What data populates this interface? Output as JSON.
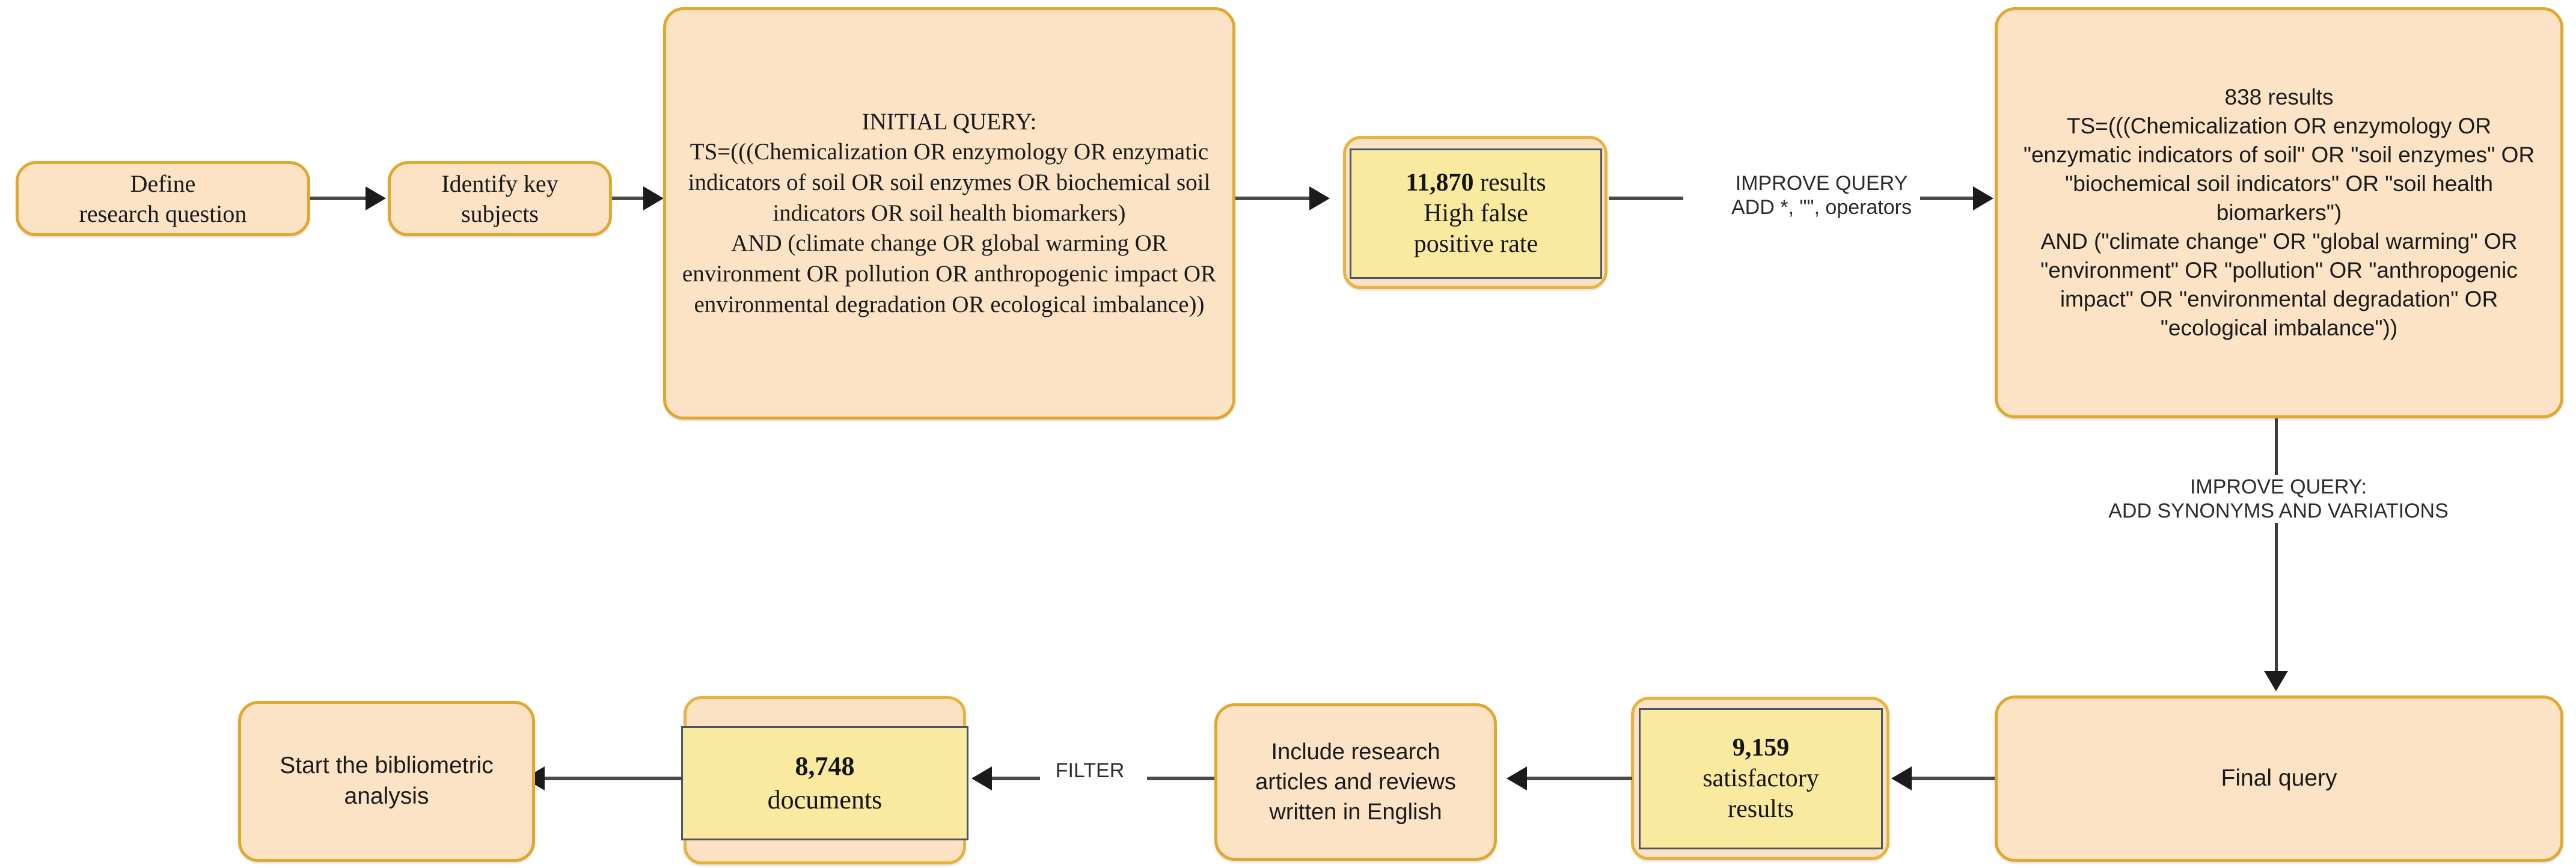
{
  "diagram": {
    "title": "Bibliometric search query refinement flowchart",
    "colors": {
      "box_fill_peach": "#fce3c6",
      "box_border_orange": "#e0a82e",
      "result_fill_yellow": "#faeaa0",
      "result_border_navy": "#4a5568",
      "connector": "#3c3c3c",
      "background": "#ffffff"
    }
  },
  "nodes": {
    "define_question": {
      "label": "Define\nresearch question"
    },
    "identify_subjects": {
      "label": "Identify key\nsubjects"
    },
    "initial_query": {
      "heading": "INITIAL QUERY:",
      "body": "TS=(((Chemicalization OR enzymology OR enzymatic indicators of soil OR soil enzymes OR biochemical soil indicators OR soil health biomarkers)\nAND (climate change OR global warming OR environment OR pollution OR anthropogenic impact OR environmental degradation OR ecological imbalance))"
    },
    "results_11870": {
      "count": "11,870",
      "unit": " results",
      "note": "High false\npositive rate"
    },
    "results_838": {
      "count": "838 results",
      "body": "TS=(((Chemicalization OR enzymology OR \"enzymatic indicators of soil\" OR \"soil enzymes\" OR \"biochemical soil indicators\" OR \"soil health biomarkers\")\nAND (\"climate change\" OR \"global warming\" OR \"environment\" OR \"pollution\" OR \"anthropogenic impact\" OR \"environmental degradation\" OR \"ecological imbalance\"))"
    },
    "final_query": {
      "label": "Final query"
    },
    "results_9159": {
      "count": "9,159",
      "note": "satisfactory\nresults"
    },
    "include_filter": {
      "label": "Include research\narticles and reviews\nwritten in English"
    },
    "documents_8748": {
      "count": "8,748",
      "note": "documents"
    },
    "start_analysis": {
      "label": "Start the bibliometric\nanalysis"
    }
  },
  "edge_labels": {
    "improve_query_operators": "IMPROVE QUERY\nADD *, \"\", operators",
    "improve_query_synonyms": "IMPROVE QUERY:\nADD SYNONYMS AND VARIATIONS",
    "filter": "FILTER"
  }
}
